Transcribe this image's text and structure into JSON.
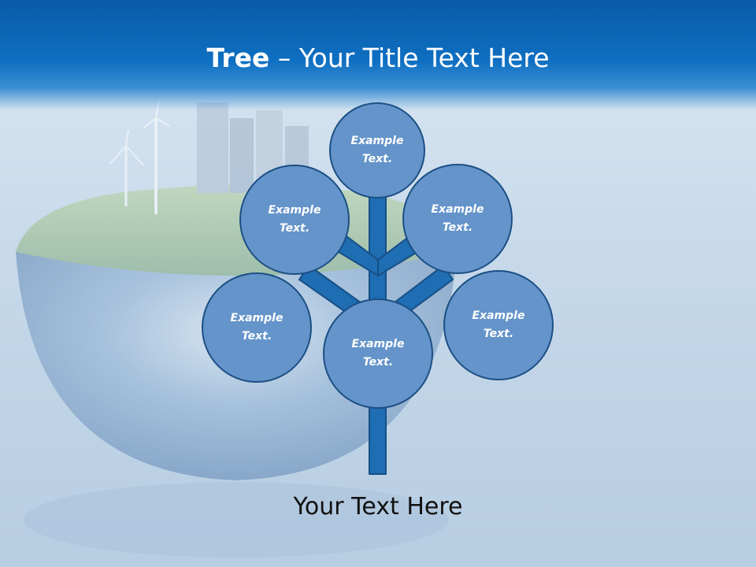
{
  "slide": {
    "title_bold": "Tree",
    "title_rest": " – Your Title Text Here",
    "caption": "Your Text Here"
  },
  "circles": [
    {
      "label": "Example\nText."
    },
    {
      "label": "Example\nText."
    },
    {
      "label": "Example\nText."
    },
    {
      "label": "Example\nText."
    },
    {
      "label": "Example\nText."
    },
    {
      "label": "Example\nText."
    }
  ],
  "colors": {
    "header": "#0e6fc2",
    "circle_fill": "#6494c9",
    "circle_border": "#1c4f84",
    "trunk": "#1f6db2"
  }
}
